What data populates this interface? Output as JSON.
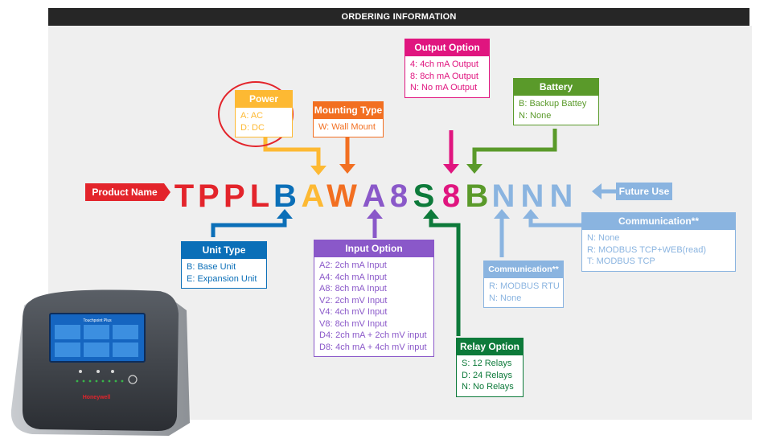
{
  "banner": "ORDERING INFORMATION",
  "product_name": "Product Name",
  "future_use": "Future Use",
  "code": [
    "T",
    "P",
    "P",
    "L",
    "B",
    "A",
    "W",
    "A",
    "8",
    "S",
    "8",
    "B",
    "N",
    "N",
    "N"
  ],
  "colors": {
    "red": "#e3242b",
    "blue": "#0b6fb8",
    "yellow": "#fdb933",
    "orange": "#f26f21",
    "purple": "#8a58c9",
    "green_dark": "#0d7a3a",
    "magenta": "#e0157f",
    "green": "#5a9a2a",
    "light_blue": "#8ab4e0"
  },
  "boxes": {
    "power": {
      "title": "Power",
      "items": [
        "A: AC",
        "D: DC"
      ]
    },
    "mounting": {
      "title": "Mounting Type",
      "items": [
        "W: Wall Mount"
      ]
    },
    "output": {
      "title": "Output Option",
      "items": [
        "4: 4ch mA Output",
        "8: 8ch mA Output",
        "N: No mA Output"
      ]
    },
    "battery": {
      "title": "Battery",
      "items": [
        "B: Backup Battey",
        "N: None"
      ]
    },
    "unit": {
      "title": "Unit Type",
      "items": [
        "B: Base Unit",
        "E: Expansion Unit"
      ]
    },
    "input": {
      "title": "Input Option",
      "items": [
        "A2: 2ch mA Input",
        "A4: 4ch mA Input",
        "A8: 8ch mA Input",
        "V2: 2ch mV Input",
        "V4: 4ch mV Input",
        "V8: 8ch mV Input",
        "D4: 2ch mA + 2ch mV input",
        "D8: 4ch mA + 4ch mV input"
      ]
    },
    "relay": {
      "title": "Relay Option",
      "items": [
        "S: 12 Relays",
        "D: 24 Relays",
        "N: No Relays"
      ]
    },
    "comm1": {
      "title": "Communication**",
      "items": [
        "R: MODBUS RTU",
        "N: None"
      ]
    },
    "comm2": {
      "title": "Communication**",
      "items": [
        "N: None",
        "R: MODBUS TCP+WEB(read)",
        "T: MODBUS TCP"
      ]
    }
  },
  "device": {
    "title": "Touchpoint Plus",
    "brand": "Honeywell"
  }
}
